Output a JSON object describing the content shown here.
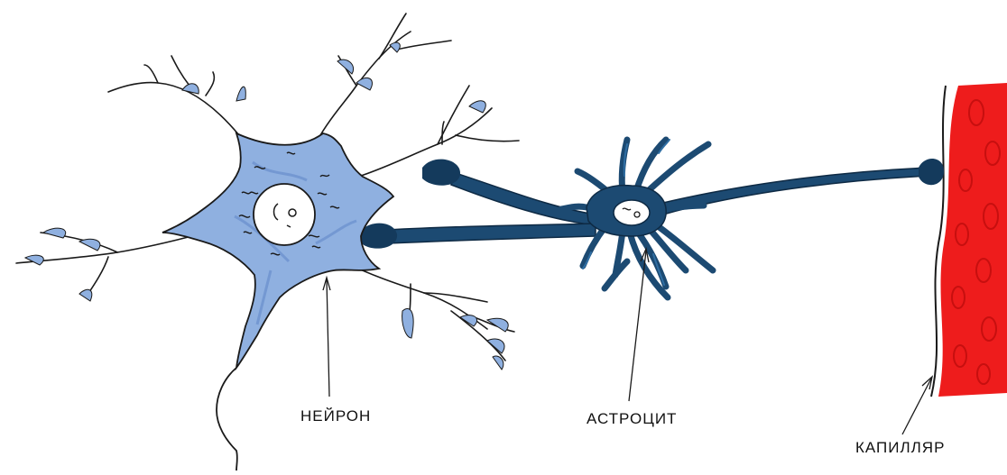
{
  "labels": {
    "neuron": "НЕЙРОН",
    "astrocyte": "АСТРОЦИТ",
    "capillary": "КАПИЛЛЯР"
  },
  "colors": {
    "neuron_fill": "#8fb0e0",
    "neuron_fill_dark": "#5f86c8",
    "astrocyte_fill": "#1c4a72",
    "astrocyte_end": "#143a5c",
    "capillary_fill": "#ee1c1c",
    "capillary_cell": "#c70f0f",
    "ink": "#1a1a1a"
  }
}
